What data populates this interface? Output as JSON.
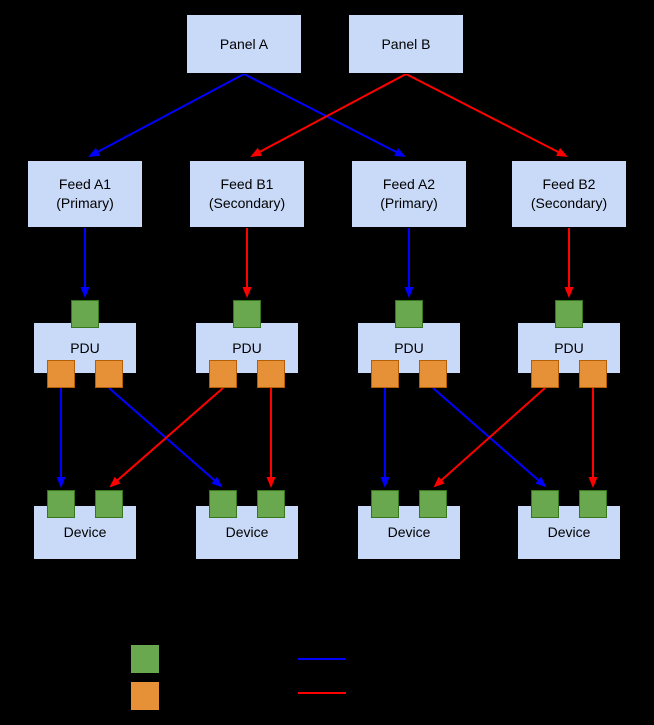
{
  "colors": {
    "background": "#000000",
    "box_fill": "#c9daf8",
    "box_border": "#000000",
    "green": "#6aa84f",
    "green_border": "#38761d",
    "orange": "#e69138",
    "orange_border": "#b45f06",
    "blue": "#0000ff",
    "red": "#ff0000",
    "text": "#000000"
  },
  "nodes": {
    "panels": [
      {
        "label": "Panel A"
      },
      {
        "label": "Panel B"
      }
    ],
    "feeds": [
      {
        "label": "Feed A1",
        "sublabel": "(Primary)"
      },
      {
        "label": "Feed B1",
        "sublabel": "(Secondary)"
      },
      {
        "label": "Feed A2",
        "sublabel": "(Primary)"
      },
      {
        "label": "Feed B2",
        "sublabel": "(Secondary)"
      }
    ],
    "pdus": [
      {
        "label": "PDU"
      },
      {
        "label": "PDU"
      },
      {
        "label": "PDU"
      },
      {
        "label": "PDU"
      }
    ],
    "devices": [
      {
        "label": "Device"
      },
      {
        "label": "Device"
      },
      {
        "label": "Device"
      },
      {
        "label": "Device"
      }
    ]
  },
  "legend": {
    "swatches": [
      {
        "name": "green-square",
        "shape": "square",
        "color": "#6aa84f"
      },
      {
        "name": "orange-square",
        "shape": "square",
        "color": "#e69138"
      },
      {
        "name": "blue-line",
        "shape": "line",
        "color": "#0000ff"
      },
      {
        "name": "red-line",
        "shape": "line",
        "color": "#ff0000"
      }
    ]
  }
}
